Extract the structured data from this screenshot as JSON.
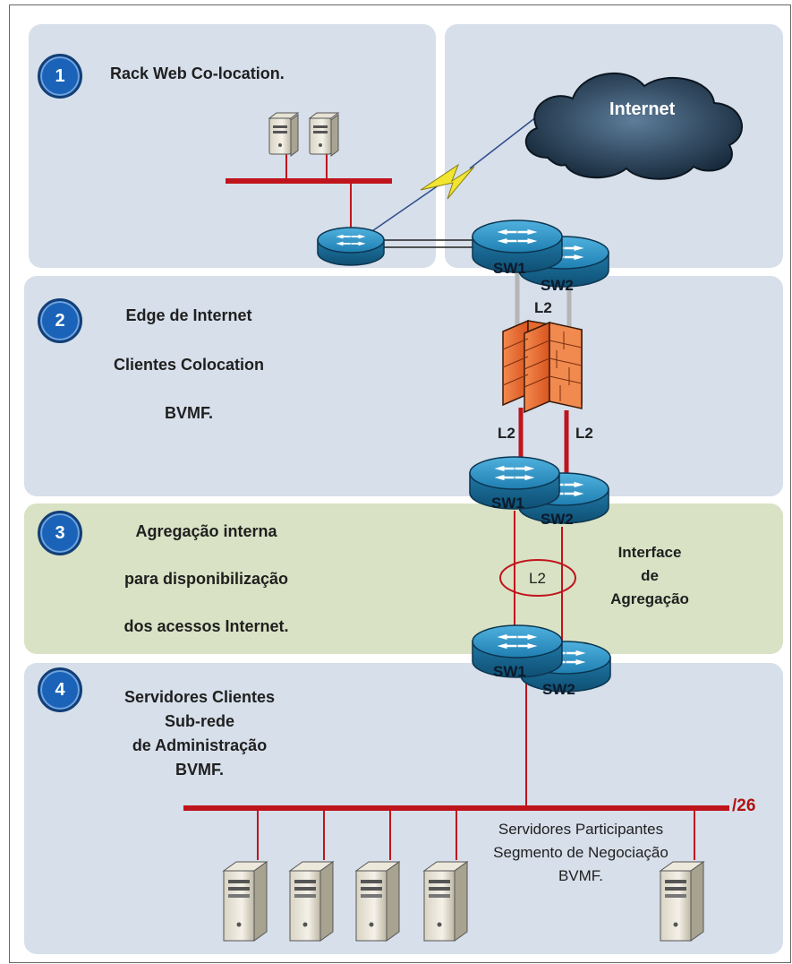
{
  "zones": [
    {
      "number": "1",
      "lines": [
        "Rack Web Co-location."
      ]
    },
    {
      "number": "2",
      "lines": [
        "Edge de Internet",
        "Clientes Colocation",
        "BVMF."
      ]
    },
    {
      "number": "3",
      "lines": [
        "Agregação interna",
        "para disponibilização",
        "dos acessos Internet."
      ]
    },
    {
      "number": "4",
      "lines": [
        "Servidores Clientes",
        "Sub-rede",
        "de Administração",
        "BVMF."
      ]
    }
  ],
  "internet_label": "Internet",
  "switches": {
    "sw1": "SW1",
    "sw2": "SW2"
  },
  "links": {
    "l2": "L2"
  },
  "aggregation_interface": [
    "Interface",
    "de",
    "Agregação"
  ],
  "subnet_mask": "/26",
  "participant_servers": [
    "Servidores Participantes",
    "Segmento de Negociação",
    "BVMF."
  ],
  "colors": {
    "zone_blue": "#d6dfea",
    "zone_green": "#d9e2c4",
    "link_red": "#c0141c",
    "badge_blue": "#1a63b8",
    "switch_blue": "#2a86b5"
  }
}
